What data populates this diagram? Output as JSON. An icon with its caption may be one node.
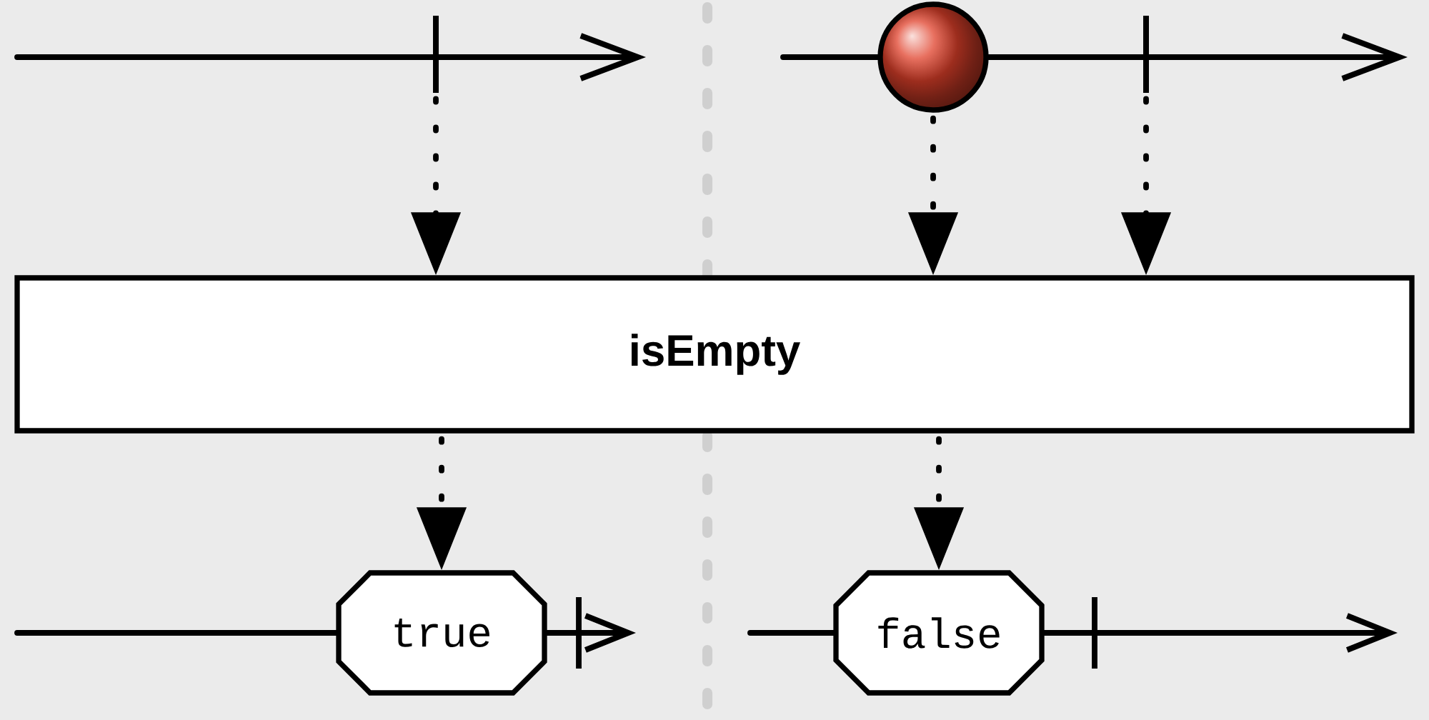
{
  "diagram": {
    "nodes": [
      {
        "text": [],
        "shape": "bar"
      },
      {
        "text": [],
        "shape": "circle"
      },
      {
        "text": [],
        "shape": "bar"
      },
      {
        "text": [
          "isEmpty"
        ]
      },
      {
        "text": [
          "true"
        ]
      },
      {
        "text": [
          "false"
        ]
      }
    ],
    "edges": [
      {
        "from": 0,
        "to": 3,
        "arrow": "to",
        "style": "dashed"
      },
      {
        "from": 1,
        "to": 3,
        "arrow": "to",
        "style": "dashed"
      },
      {
        "from": 2,
        "to": 3,
        "arrow": "to",
        "style": "dashed"
      },
      {
        "from": 3,
        "to": 4,
        "arrow": "to",
        "style": "dashed"
      },
      {
        "from": 3,
        "to": 5,
        "arrow": "to",
        "style": "dashed"
      }
    ]
  }
}
